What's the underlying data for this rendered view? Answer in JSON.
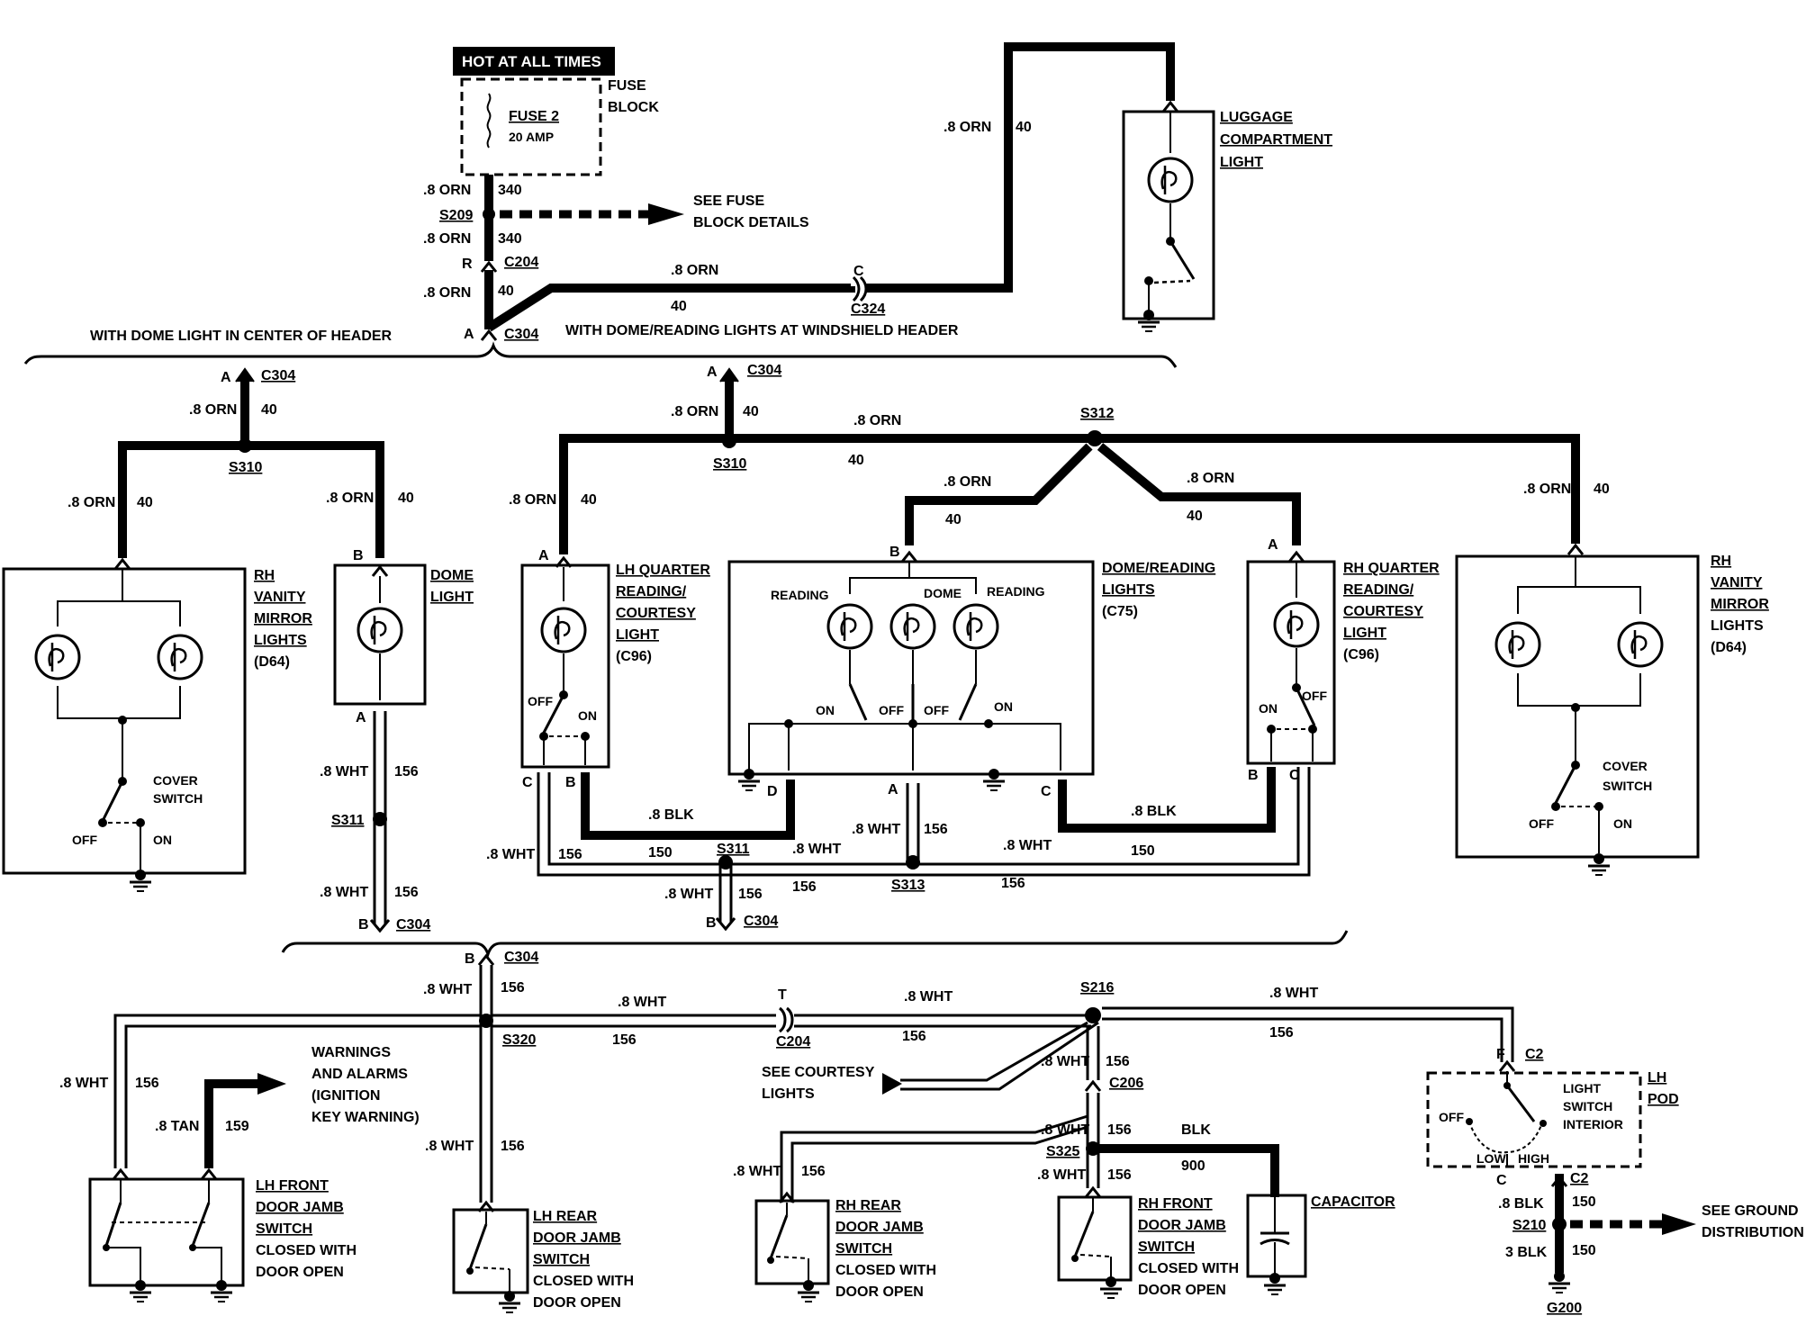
{
  "labels": {
    "hot": "HOT AT ALL TIMES",
    "fuse_block": [
      "FUSE",
      "BLOCK"
    ],
    "fuse2": "FUSE 2",
    "fuse2_amp": "20 AMP",
    "see_fuse": [
      "SEE FUSE",
      "BLOCK DETAILS"
    ],
    "orn": ".8 ORN",
    "wht": ".8 WHT",
    "blk": ".8 BLK",
    "tan": ".8 TAN",
    "blk_plain": "BLK",
    "blk3": "3 BLK",
    "c340": "340",
    "c40": "40",
    "c156": "156",
    "c150": "150",
    "c159": "159",
    "c900": "900",
    "s209": "S209",
    "s310": "S310",
    "s311": "S311",
    "s312": "S312",
    "s313": "S313",
    "s216": "S216",
    "s320": "S320",
    "s325": "S325",
    "s210": "S210",
    "g200": "G200",
    "c204": "C204",
    "c304": "C304",
    "c324": "C324",
    "c206": "C206",
    "c2": "C2",
    "pin_a": "A",
    "pin_b": "B",
    "pin_c": "C",
    "pin_d": "D",
    "pin_r": "R",
    "pin_f": "F",
    "pin_t": "T",
    "with_dome_center": "WITH DOME LIGHT IN CENTER OF HEADER",
    "with_dome_windshield": "WITH DOME/READING LIGHTS AT WINDSHIELD HEADER",
    "luggage": [
      "LUGGAGE",
      "COMPARTMENT",
      "LIGHT"
    ],
    "rh_vanity": [
      "RH",
      "VANITY",
      "MIRROR",
      "LIGHTS",
      "(D64)"
    ],
    "dome_light": [
      "DOME",
      "LIGHT"
    ],
    "lh_quarter": [
      "LH QUARTER",
      "READING/",
      "COURTESY",
      "LIGHT",
      "(C96)"
    ],
    "dome_reading": [
      "DOME/READING",
      "LIGHTS",
      "(C75)"
    ],
    "rh_quarter": [
      "RH QUARTER",
      "READING/",
      "COURTESY",
      "LIGHT",
      "(C96)"
    ],
    "rh_vanity2": [
      "RH",
      "VANITY",
      "MIRROR",
      "LIGHTS",
      "(D64)"
    ],
    "cover_switch": [
      "COVER",
      "SWITCH"
    ],
    "off": "OFF",
    "on": "ON",
    "reading": "READING",
    "dome": "DOME",
    "warnings": [
      "WARNINGS",
      "AND ALARMS",
      "(IGNITION",
      "KEY WARNING)"
    ],
    "see_courtesy": [
      "SEE COURTESY",
      "LIGHTS"
    ],
    "lh_front": [
      "LH FRONT",
      "DOOR JAMB",
      "SWITCH",
      "CLOSED WITH",
      "DOOR OPEN"
    ],
    "lh_rear": [
      "LH REAR",
      "DOOR JAMB",
      "SWITCH",
      "CLOSED WITH",
      "DOOR OPEN"
    ],
    "rh_rear": [
      "RH REAR",
      "DOOR JAMB",
      "SWITCH",
      "CLOSED WITH",
      "DOOR OPEN"
    ],
    "rh_front": [
      "RH FRONT",
      "DOOR JAMB",
      "SWITCH",
      "CLOSED WITH",
      "DOOR OPEN"
    ],
    "capacitor": "CAPACITOR",
    "light_switch": [
      "LIGHT",
      "SWITCH",
      "INTERIOR"
    ],
    "lh_pod": [
      "LH",
      "POD"
    ],
    "low": "LOW",
    "high": "HIGH",
    "see_ground": [
      "SEE GROUND",
      "DISTRIBUTION"
    ]
  }
}
